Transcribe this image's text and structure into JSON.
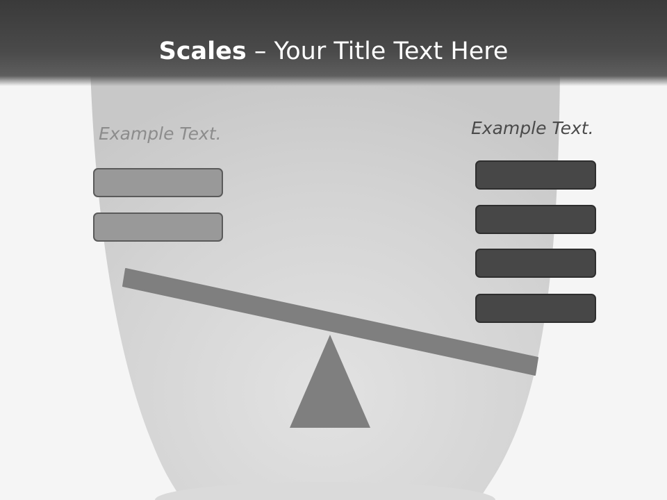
{
  "slide": {
    "title_bold": "Scales",
    "title_rest": " – Your Title Text Here",
    "left_label": "Example Text.",
    "right_label": "Example Text.",
    "left_boxes": [
      "",
      ""
    ],
    "right_boxes": [
      "",
      "",
      "",
      ""
    ]
  },
  "colors": {
    "header": "#3f3f3f",
    "background": "#f5f5f5",
    "vase": "#d3d3d3",
    "beam": "#7f7f7f",
    "fulcrum": "#7f7f7f",
    "left_box_fill": "#999999",
    "right_box_fill": "#474747"
  },
  "icons": {
    "beam": "scale-beam",
    "fulcrum": "fulcrum-triangle"
  }
}
